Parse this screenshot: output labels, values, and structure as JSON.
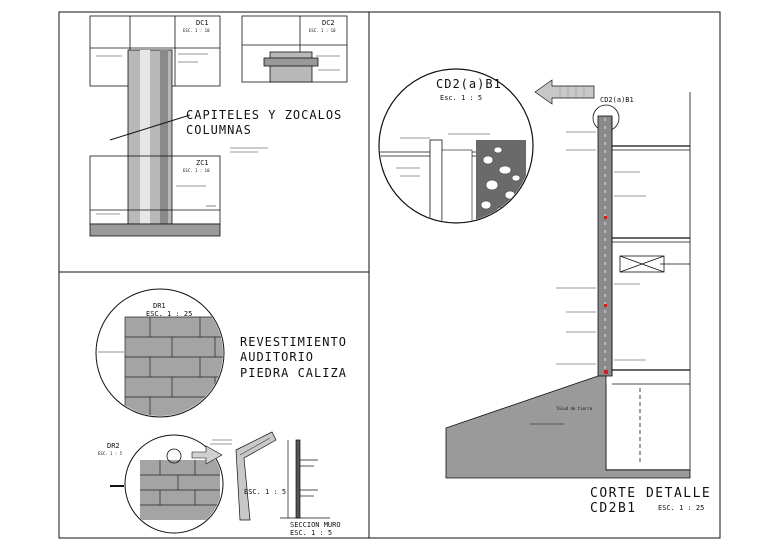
{
  "panels": {
    "column_caps": {
      "title_line1": "CAPITELES Y ZOCALOS",
      "title_line2": "COLUMNAS",
      "details": [
        {
          "id": "DC1",
          "scale": "ESC. 1 : 10"
        },
        {
          "id": "DC2",
          "scale": "ESC. 1 : 10"
        },
        {
          "id": "ZC1",
          "scale": "ESC. 1 : 10"
        }
      ]
    },
    "auditorium_cladding": {
      "title_line1": "REVESTIMIENTO",
      "title_line2": "AUDITORIO",
      "title_line3": "PIEDRA CALIZA",
      "dr1": {
        "id": "DR1",
        "scale": "ESC. 1 : 25"
      },
      "dr2": {
        "id": "DR2",
        "scale": "ESC. 1 : 5"
      },
      "corner_scale": "ESC. 1 : 5",
      "wall_section": {
        "title": "SECCION MURO",
        "scale": "ESC. 1 : 5"
      }
    },
    "section_detail": {
      "callout_circle": {
        "id": "CD2(a)B1",
        "scale": "Esc. 1 : 5"
      },
      "callout_tag": "CD2(a)B1",
      "soil_label": "Talud de tierra",
      "title": "CORTE DETALLE",
      "id": "CD2B1",
      "scale": "ESC. 1 : 25"
    }
  },
  "colors": {
    "line": "#111111",
    "fill_gray": "#9a9a9a",
    "fill_dark": "#555555",
    "paper": "#ffffff"
  }
}
